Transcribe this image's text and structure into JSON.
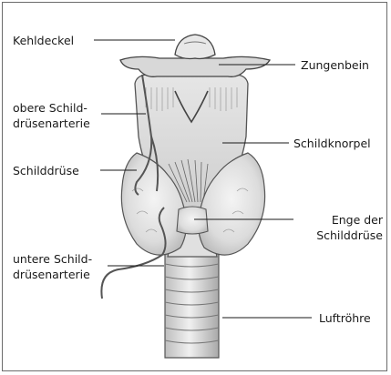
{
  "labels": {
    "kehldeckel": "Kehldeckel",
    "zungenbein": "Zungenbein",
    "obere_line1": "obere Schild-",
    "obere_line2": "drüsenarterie",
    "schildknorpel": "Schildknorpel",
    "schilddruese": "Schilddrüse",
    "enge_line1": "Enge der",
    "enge_line2": "Schilddrüse",
    "untere_line1": "untere Schild-",
    "untere_line2": "drüsenarterie",
    "luftroehre": "Luftröhre"
  }
}
